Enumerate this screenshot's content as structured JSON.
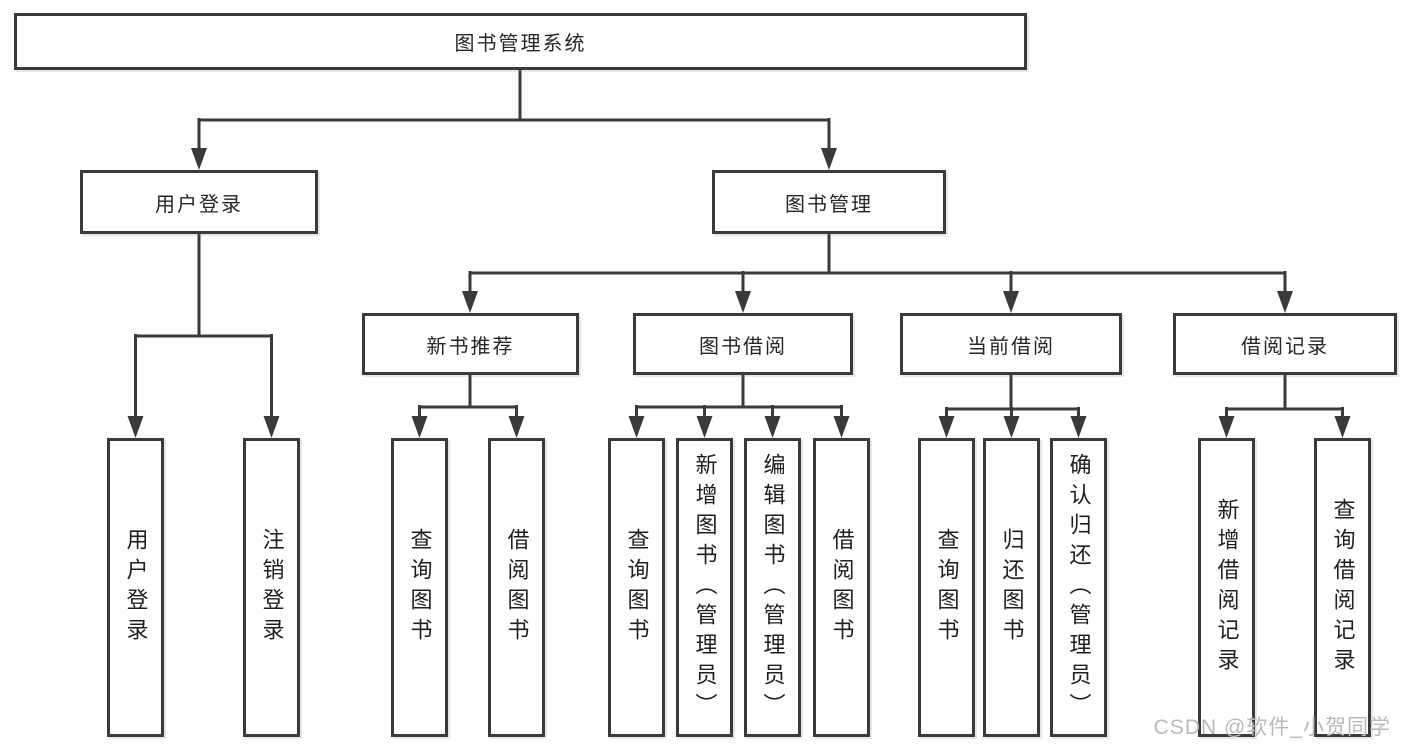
{
  "diagram_title": "图书管理系统",
  "watermark_text": "CSDN @软件_小贺同学",
  "colors": {
    "line": "#3a3a3a",
    "box_border": "#3a3a3a",
    "box_background": "#ffffff",
    "label_text": "#1f1f1f",
    "watermark": "#b9b9b9",
    "page_background": "#ffffff"
  },
  "tree": {
    "root": {
      "label": "图书管理系统"
    },
    "level2": [
      {
        "label": "用户登录",
        "children": [
          {
            "label": "用户登录"
          },
          {
            "label": "注销登录"
          }
        ]
      },
      {
        "label": "图书管理",
        "children": [
          {
            "label": "新书推荐",
            "children": [
              {
                "label": "查询图书"
              },
              {
                "label": "借阅图书"
              }
            ]
          },
          {
            "label": "图书借阅",
            "children": [
              {
                "label": "查询图书"
              },
              {
                "label": "新增图书（管理员）"
              },
              {
                "label": "编辑图书（管理员）"
              },
              {
                "label": "借阅图书"
              }
            ]
          },
          {
            "label": "当前借阅",
            "children": [
              {
                "label": "查询图书"
              },
              {
                "label": "归还图书"
              },
              {
                "label": "确认归还（管理员）"
              }
            ]
          },
          {
            "label": "借阅记录",
            "children": [
              {
                "label": "新增借阅记录"
              },
              {
                "label": "查询借阅记录"
              }
            ]
          }
        ]
      }
    ]
  }
}
